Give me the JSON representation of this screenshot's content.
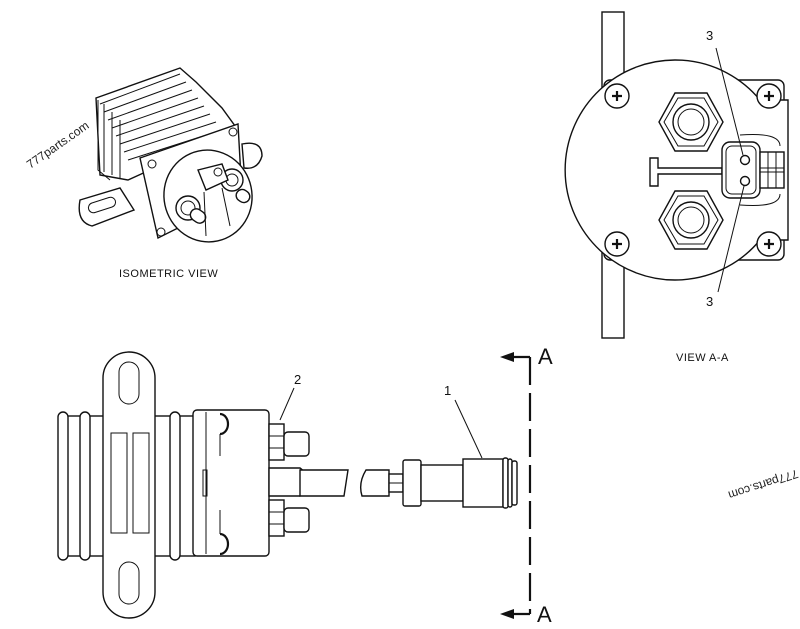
{
  "title": "Parts diagram - magnetic switch / relay assembly",
  "captions": {
    "isometric": "ISOMETRIC VIEW",
    "view_aa": "VIEW  A-A"
  },
  "callouts": {
    "item1": "1",
    "item2": "2",
    "item3_top": "3",
    "item3_bottom": "3"
  },
  "section_markers": {
    "top": "A",
    "bottom": "A"
  },
  "watermarks": {
    "top_left": "777parts.com",
    "bottom_right": "777parts.com"
  },
  "colors": {
    "line": "#111111",
    "background": "#ffffff"
  }
}
